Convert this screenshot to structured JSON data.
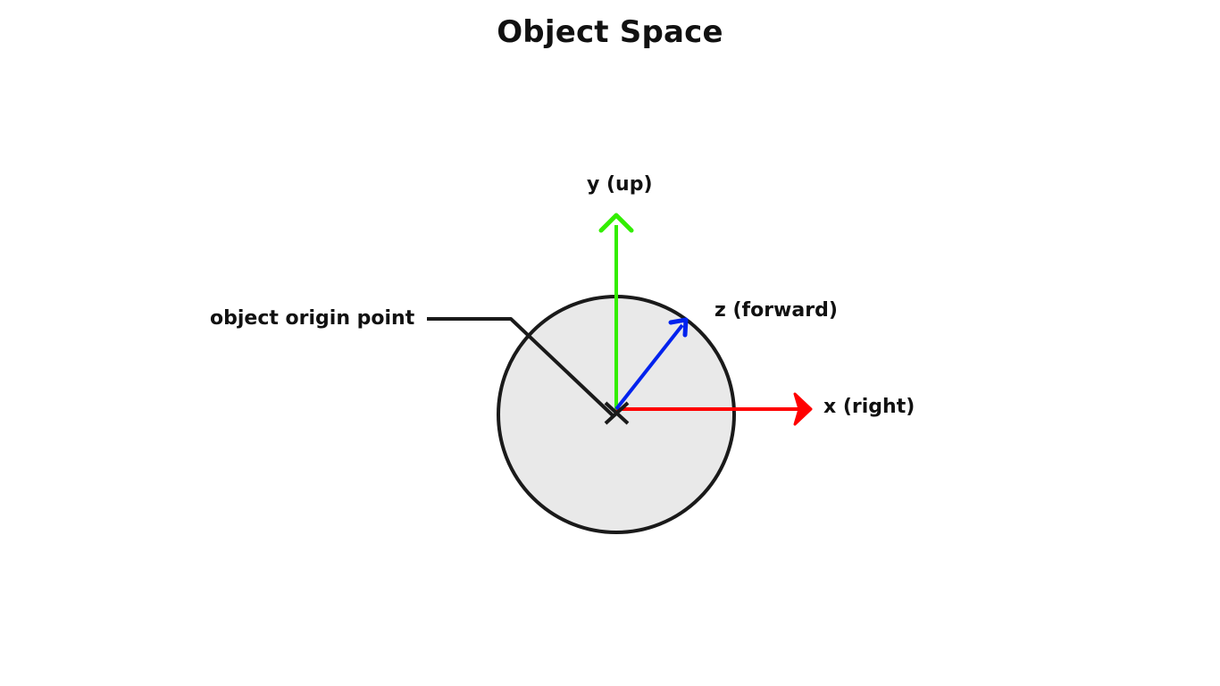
{
  "title": "Object Space",
  "labels": {
    "y_axis": "y (up)",
    "z_axis": "z (forward)",
    "x_axis": "x (right)",
    "origin": "object origin point"
  },
  "colors": {
    "y_axis": "#33ee00",
    "z_axis": "#0022ee",
    "x_axis": "#ff0000",
    "object_fill": "#e9e9e9",
    "outline": "#1a1a1a"
  }
}
